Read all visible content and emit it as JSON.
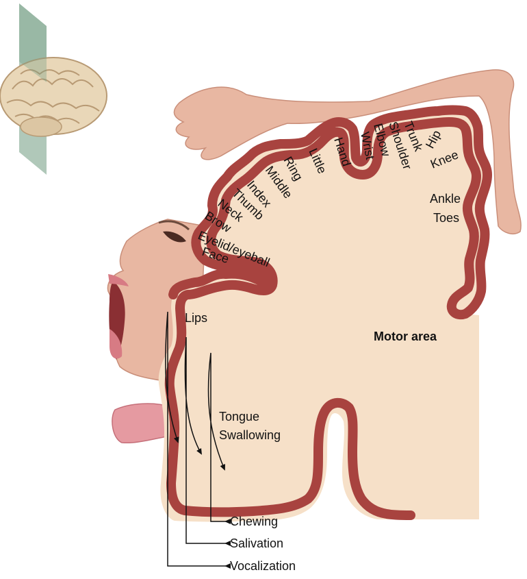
{
  "colors": {
    "cortex_fill": "#f6e0c8",
    "cortex_outline": "#a8433f",
    "skin": "#e8b7a2",
    "skin_shadow": "#c98e79",
    "lips": "#d77b84",
    "tongue": "#e59aa1",
    "brain": "#e9d7b8",
    "brain_fold": "#b89a74",
    "plane": "#6f9b80",
    "text": "#111111"
  },
  "title": "Motor area",
  "body_labels": {
    "hip": "Hip",
    "trunk": "Trunk",
    "shoulder": "Shoulder",
    "elbow": "Elbow",
    "wrist": "Wrist",
    "hand": "Hand",
    "little": "Little",
    "ring": "Ring",
    "middle": "Middle",
    "index": "Index",
    "thumb": "Thumb",
    "neck": "Neck",
    "brow": "Brow",
    "eyelid": "Eyelid/eyeball",
    "face": "Face",
    "knee": "Knee",
    "ankle": "Ankle",
    "toes": "Toes",
    "lips": "Lips",
    "tongue": "Tongue",
    "swallowing": "Swallowing"
  },
  "function_labels": {
    "chewing": "Chewing",
    "salivation": "Salivation",
    "vocalization": "Vocalization"
  },
  "icons": {
    "brain": "brain-with-coronal-plane-icon"
  }
}
